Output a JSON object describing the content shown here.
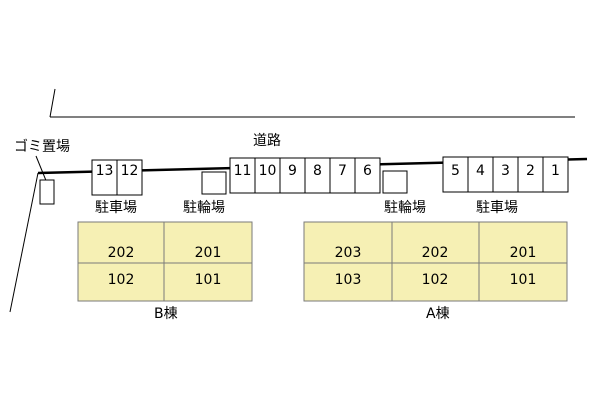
{
  "road_label": "道路",
  "garbage_label": "ゴミ置場",
  "parking_label": "駐車場",
  "bicycle_label": "駐輪場",
  "parking_left": [
    "13",
    "12"
  ],
  "parking_middle": [
    "11",
    "10",
    "9",
    "8",
    "7",
    "6"
  ],
  "parking_right": [
    "5",
    "4",
    "3",
    "2",
    "1"
  ],
  "building_b": {
    "label": "B棟",
    "upper": [
      "202",
      "201"
    ],
    "lower": [
      "102",
      "101"
    ]
  },
  "building_a": {
    "label": "A棟",
    "upper": [
      "203",
      "202",
      "201"
    ],
    "lower": [
      "103",
      "102",
      "101"
    ]
  },
  "colors": {
    "unit_fill": "#f6f0b4"
  }
}
